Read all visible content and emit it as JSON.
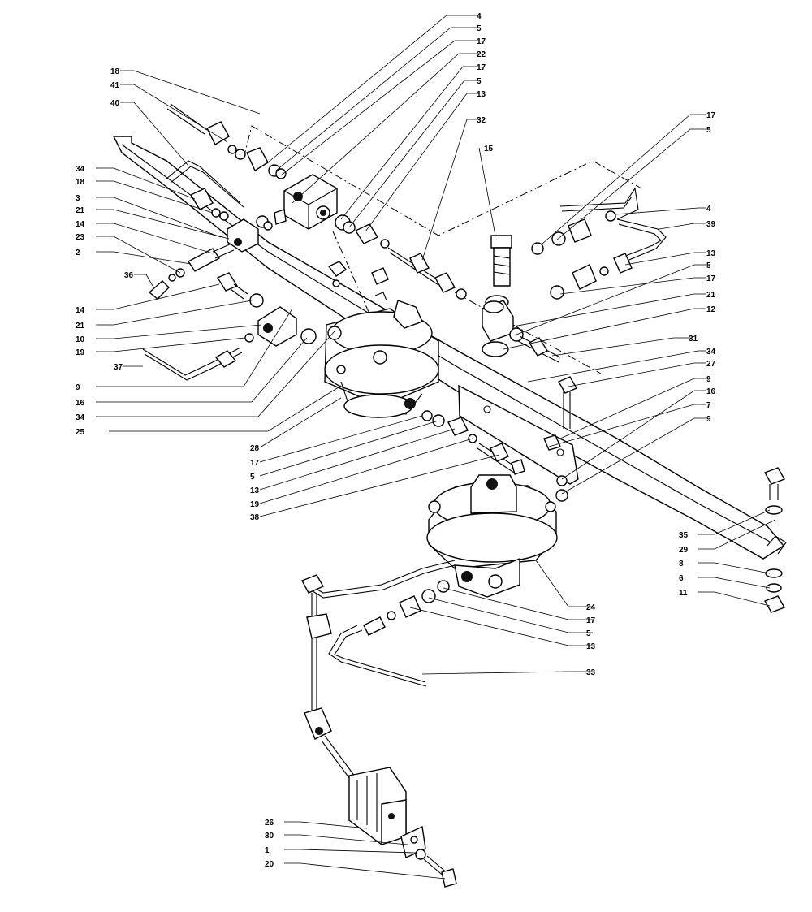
{
  "diagram": {
    "labels": [
      {
        "id": "l-4a",
        "text": "4"
      },
      {
        "id": "l-5a",
        "text": "5"
      },
      {
        "id": "l-17a",
        "text": "17"
      },
      {
        "id": "l-22",
        "text": "22"
      },
      {
        "id": "l-17b",
        "text": "17"
      },
      {
        "id": "l-5b",
        "text": "5"
      },
      {
        "id": "l-13a",
        "text": "13"
      },
      {
        "id": "l-32",
        "text": "32"
      },
      {
        "id": "l-15",
        "text": "15"
      },
      {
        "id": "l-18a",
        "text": "18"
      },
      {
        "id": "l-41",
        "text": "41"
      },
      {
        "id": "l-40",
        "text": "40"
      },
      {
        "id": "l-34a",
        "text": "34"
      },
      {
        "id": "l-18b",
        "text": "18"
      },
      {
        "id": "l-3",
        "text": "3"
      },
      {
        "id": "l-21a",
        "text": "21"
      },
      {
        "id": "l-14a",
        "text": "14"
      },
      {
        "id": "l-23",
        "text": "23"
      },
      {
        "id": "l-2",
        "text": "2"
      },
      {
        "id": "l-36",
        "text": "36"
      },
      {
        "id": "l-14b",
        "text": "14"
      },
      {
        "id": "l-21b",
        "text": "21"
      },
      {
        "id": "l-10",
        "text": "10"
      },
      {
        "id": "l-19a",
        "text": "19"
      },
      {
        "id": "l-37",
        "text": "37"
      },
      {
        "id": "l-9a",
        "text": "9"
      },
      {
        "id": "l-16a",
        "text": "16"
      },
      {
        "id": "l-34b",
        "text": "34"
      },
      {
        "id": "l-25",
        "text": "25"
      },
      {
        "id": "l-28",
        "text": "28"
      },
      {
        "id": "l-17c",
        "text": "17"
      },
      {
        "id": "l-5c",
        "text": "5"
      },
      {
        "id": "l-13b",
        "text": "13"
      },
      {
        "id": "l-19b",
        "text": "19"
      },
      {
        "id": "l-38",
        "text": "38"
      },
      {
        "id": "l-17d",
        "text": "17"
      },
      {
        "id": "l-5d",
        "text": "5"
      },
      {
        "id": "l-4b",
        "text": "4"
      },
      {
        "id": "l-39",
        "text": "39"
      },
      {
        "id": "l-13c",
        "text": "13"
      },
      {
        "id": "l-5e",
        "text": "5"
      },
      {
        "id": "l-17e",
        "text": "17"
      },
      {
        "id": "l-21c",
        "text": "21"
      },
      {
        "id": "l-12",
        "text": "12"
      },
      {
        "id": "l-31",
        "text": "31"
      },
      {
        "id": "l-34c",
        "text": "34"
      },
      {
        "id": "l-27",
        "text": "27"
      },
      {
        "id": "l-9b",
        "text": "9"
      },
      {
        "id": "l-16b",
        "text": "16"
      },
      {
        "id": "l-7",
        "text": "7"
      },
      {
        "id": "l-9c",
        "text": "9"
      },
      {
        "id": "l-35",
        "text": "35"
      },
      {
        "id": "l-29",
        "text": "29"
      },
      {
        "id": "l-8",
        "text": "8"
      },
      {
        "id": "l-6",
        "text": "6"
      },
      {
        "id": "l-11",
        "text": "11"
      },
      {
        "id": "l-24",
        "text": "24"
      },
      {
        "id": "l-17f",
        "text": "17"
      },
      {
        "id": "l-5f",
        "text": "5"
      },
      {
        "id": "l-13d",
        "text": "13"
      },
      {
        "id": "l-33",
        "text": "33"
      },
      {
        "id": "l-26",
        "text": "26"
      },
      {
        "id": "l-30",
        "text": "30"
      },
      {
        "id": "l-1",
        "text": "1"
      },
      {
        "id": "l-20",
        "text": "20"
      }
    ]
  }
}
